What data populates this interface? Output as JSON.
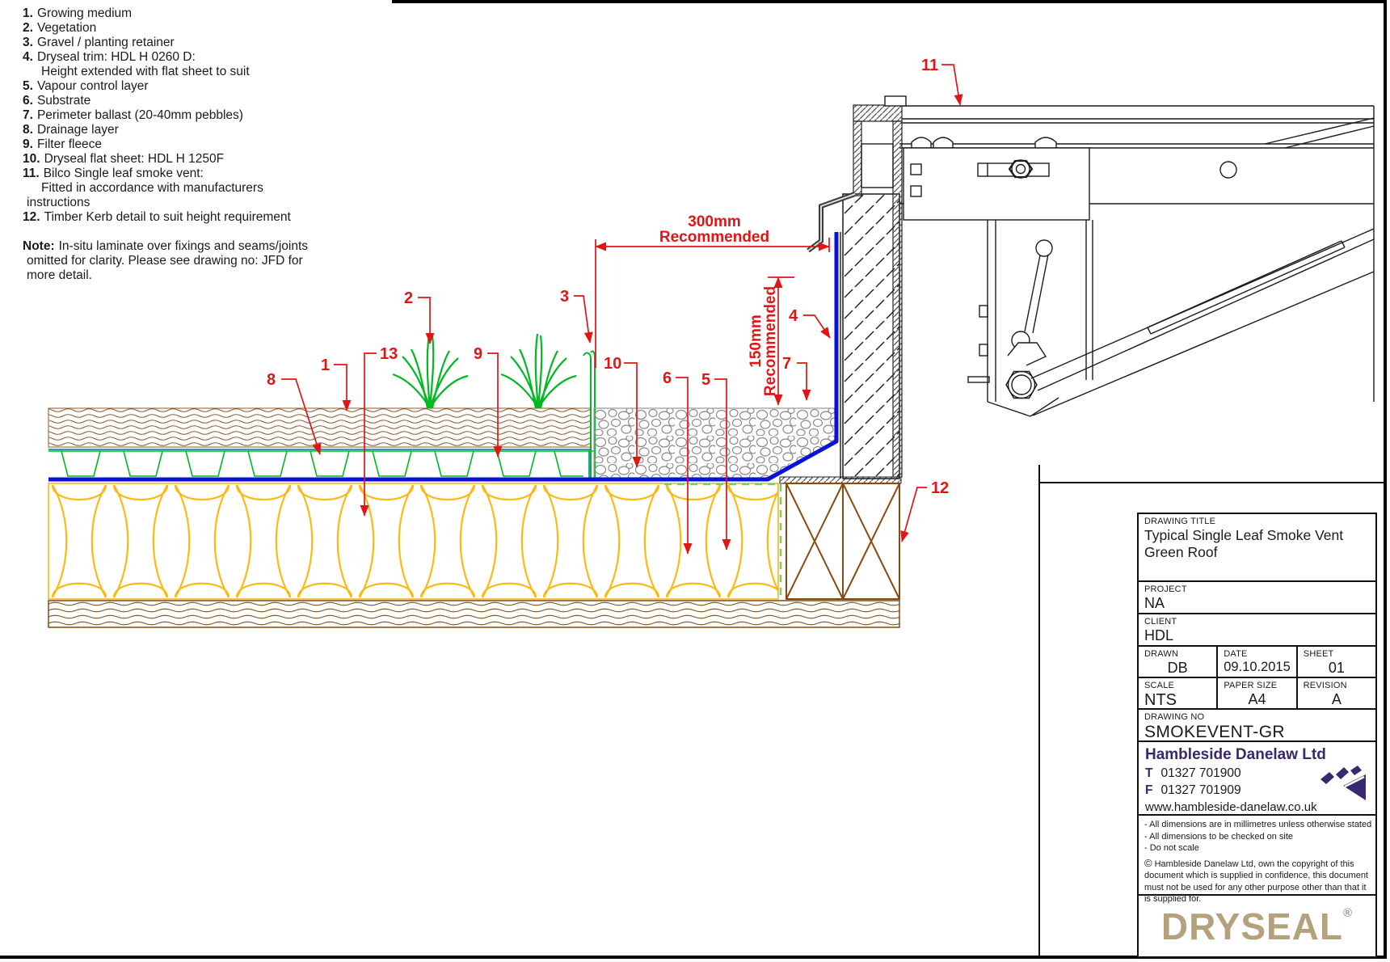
{
  "legend": {
    "lines": [
      {
        "num": "1.",
        "text": "Growing medium",
        "cls": ""
      },
      {
        "num": "2.",
        "text": "Vegetation",
        "cls": ""
      },
      {
        "num": "3.",
        "text": "Gravel / planting retainer",
        "cls": ""
      },
      {
        "num": "4.",
        "text": "Dryseal trim: HDL H 0260 D:",
        "cls": ""
      },
      {
        "num": "",
        "text": "Height extended with flat sheet to suit",
        "cls": "cont"
      },
      {
        "num": "5.",
        "text": "Vapour control layer",
        "cls": ""
      },
      {
        "num": "6.",
        "text": "Substrate",
        "cls": ""
      },
      {
        "num": "7.",
        "text": "Perimeter ballast (20-40mm pebbles)",
        "cls": ""
      },
      {
        "num": "8.",
        "text": "Drainage layer",
        "cls": ""
      },
      {
        "num": "9.",
        "text": "Filter fleece",
        "cls": ""
      },
      {
        "num": "10.",
        "text": "Dryseal flat sheet: HDL H 1250F",
        "cls": ""
      },
      {
        "num": "11.",
        "text": "Bilco Single leaf smoke vent:",
        "cls": ""
      },
      {
        "num": "",
        "text": "Fitted in accordance with manufacturers",
        "cls": "cont"
      },
      {
        "num": "",
        "text": "instructions",
        "cls": ""
      },
      {
        "num": "12.",
        "text": "Timber Kerb detail to suit height requirement",
        "cls": ""
      },
      {
        "num": "Note:",
        "text": "In-situ laminate over fixings and seams/joints",
        "cls": "gap"
      },
      {
        "num": "",
        "text": "omitted for clarity. Please see drawing no: JFD for",
        "cls": ""
      },
      {
        "num": "",
        "text": "more detail.",
        "cls": ""
      }
    ]
  },
  "callouts": {
    "n1": "1",
    "n2": "2",
    "n3": "3",
    "n4": "4",
    "n5": "5",
    "n6": "6",
    "n7": "7",
    "n8": "8",
    "n9": "9",
    "n10": "10",
    "n11": "11",
    "n12": "12",
    "n13": "13"
  },
  "dimensions": {
    "width_value": "300mm",
    "width_note": "Recommended",
    "height_value": "150mm",
    "height_note": "Recommended"
  },
  "title_block": {
    "drawing_title_label": "DRAWING TITLE",
    "drawing_title": "Typical Single Leaf Smoke Vent Green Roof",
    "project_label": "PROJECT",
    "project": "NA",
    "client_label": "CLIENT",
    "client": "HDL",
    "drawn_label": "DRAWN",
    "drawn": "DB",
    "date_label": "DATE",
    "date": "09.10.2015",
    "sheet_label": "SHEET",
    "sheet": "01",
    "scale_label": "SCALE",
    "scale": "NTS",
    "paper_label": "PAPER SIZE",
    "paper": "A4",
    "revision_label": "REVISION",
    "revision": "A",
    "drawing_no_label": "DRAWING NO",
    "drawing_no": "SMOKEVENT-GR"
  },
  "company": {
    "name": "Hambleside Danelaw Ltd",
    "t_label": "T",
    "phone": "01327 701900",
    "f_label": "F",
    "fax": "01327 701909",
    "website": "www.hambleside-danelaw.co.uk"
  },
  "notes": {
    "items": [
      "- All dimensions are in millimetres unless otherwise stated",
      "- All dimensions to be checked on site",
      "- Do not scale"
    ],
    "copyright_symbol": "©",
    "copyright": "Hambleside Danelaw Ltd, own the copyright of this document which is supplied in confidence, this document must not be used for any other purpose other than that it is supplied for."
  },
  "brand": {
    "logo_text": "DRYSEAL",
    "registered": "®"
  },
  "colors": {
    "annotation_red": "#e31414",
    "membrane_blue": "#0a12d8",
    "vegetation_green": "#00b81f",
    "fleece_teal": "#2e9db0",
    "insulation_yellow": "#fdb913",
    "soil_brown": "#8b5a33",
    "timber_brown": "#8a4a10",
    "brand_purple": "#38286e",
    "dryseal_tan": "#b3a27d"
  }
}
